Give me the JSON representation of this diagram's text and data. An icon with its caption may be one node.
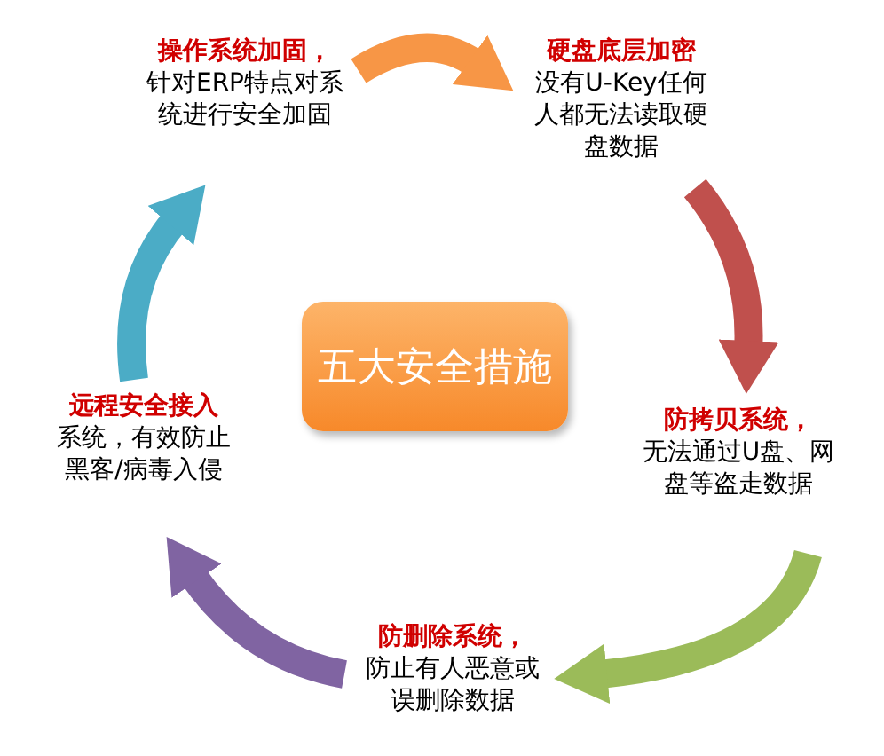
{
  "diagram": {
    "nodes": [
      {
        "text": [
          "五大安全措施"
        ]
      },
      {
        "text": [
          "操作系统加固，",
          "针对ERP特点对系统进行安全加固"
        ]
      },
      {
        "text": [
          "硬盘底层加密",
          "没有U-Key任何人都无法读取硬盘数据"
        ]
      },
      {
        "text": [
          "防拷贝系统，",
          "无法通过U盘、网盘等盗走数据"
        ]
      },
      {
        "text": [
          "防删除系统，",
          "防止有人恶意或误删除数据"
        ]
      },
      {
        "text": [
          "远程安全接入",
          "系统，有效防止黑客/病毒入侵"
        ]
      }
    ],
    "edges": [
      {
        "from": 1,
        "to": 2,
        "arrow": "to",
        "color": "#f79646"
      },
      {
        "from": 2,
        "to": 3,
        "arrow": "to",
        "color": "#c0504d"
      },
      {
        "from": 3,
        "to": 4,
        "arrow": "to",
        "color": "#9bbb59"
      },
      {
        "from": 4,
        "to": 5,
        "arrow": "to",
        "color": "#8064a2"
      },
      {
        "from": 5,
        "to": 1,
        "arrow": "to",
        "color": "#4bacc6"
      }
    ]
  }
}
